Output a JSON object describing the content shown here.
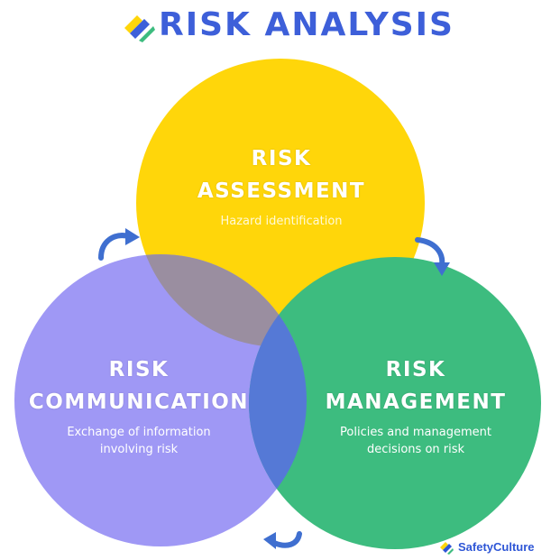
{
  "title": "RISK ANALYSIS",
  "colors": {
    "title": "#3d5fd9",
    "assessment": "#ffd60a",
    "communication": "#9f98f5",
    "management": "#3dbc7f",
    "overlap_assessment_communication": "#9a8ea0",
    "overlap_communication_management": "#5579d6",
    "arrows": "#3f6fd0",
    "text_on_circle": "#ffffff"
  },
  "circles": {
    "assessment": {
      "heading": [
        "RISK",
        "ASSESSMENT"
      ],
      "subtext": [
        "Hazard identification"
      ]
    },
    "communication": {
      "heading": [
        "RISK",
        "COMMUNICATION"
      ],
      "subtext": [
        "Exchange of information",
        "involving risk"
      ]
    },
    "management": {
      "heading": [
        "RISK",
        "MANAGEMENT"
      ],
      "subtext": [
        "Policies and management",
        "decisions on risk"
      ]
    }
  },
  "arrows": [
    {
      "from": "communication",
      "to": "assessment",
      "icon": "curved-arrow-icon"
    },
    {
      "from": "assessment",
      "to": "management",
      "icon": "curved-arrow-icon"
    },
    {
      "from": "management",
      "to": "communication",
      "icon": "curved-arrow-icon"
    }
  ],
  "brand": {
    "name": "SafetyCulture",
    "icon": "safetyculture-logo-icon"
  }
}
